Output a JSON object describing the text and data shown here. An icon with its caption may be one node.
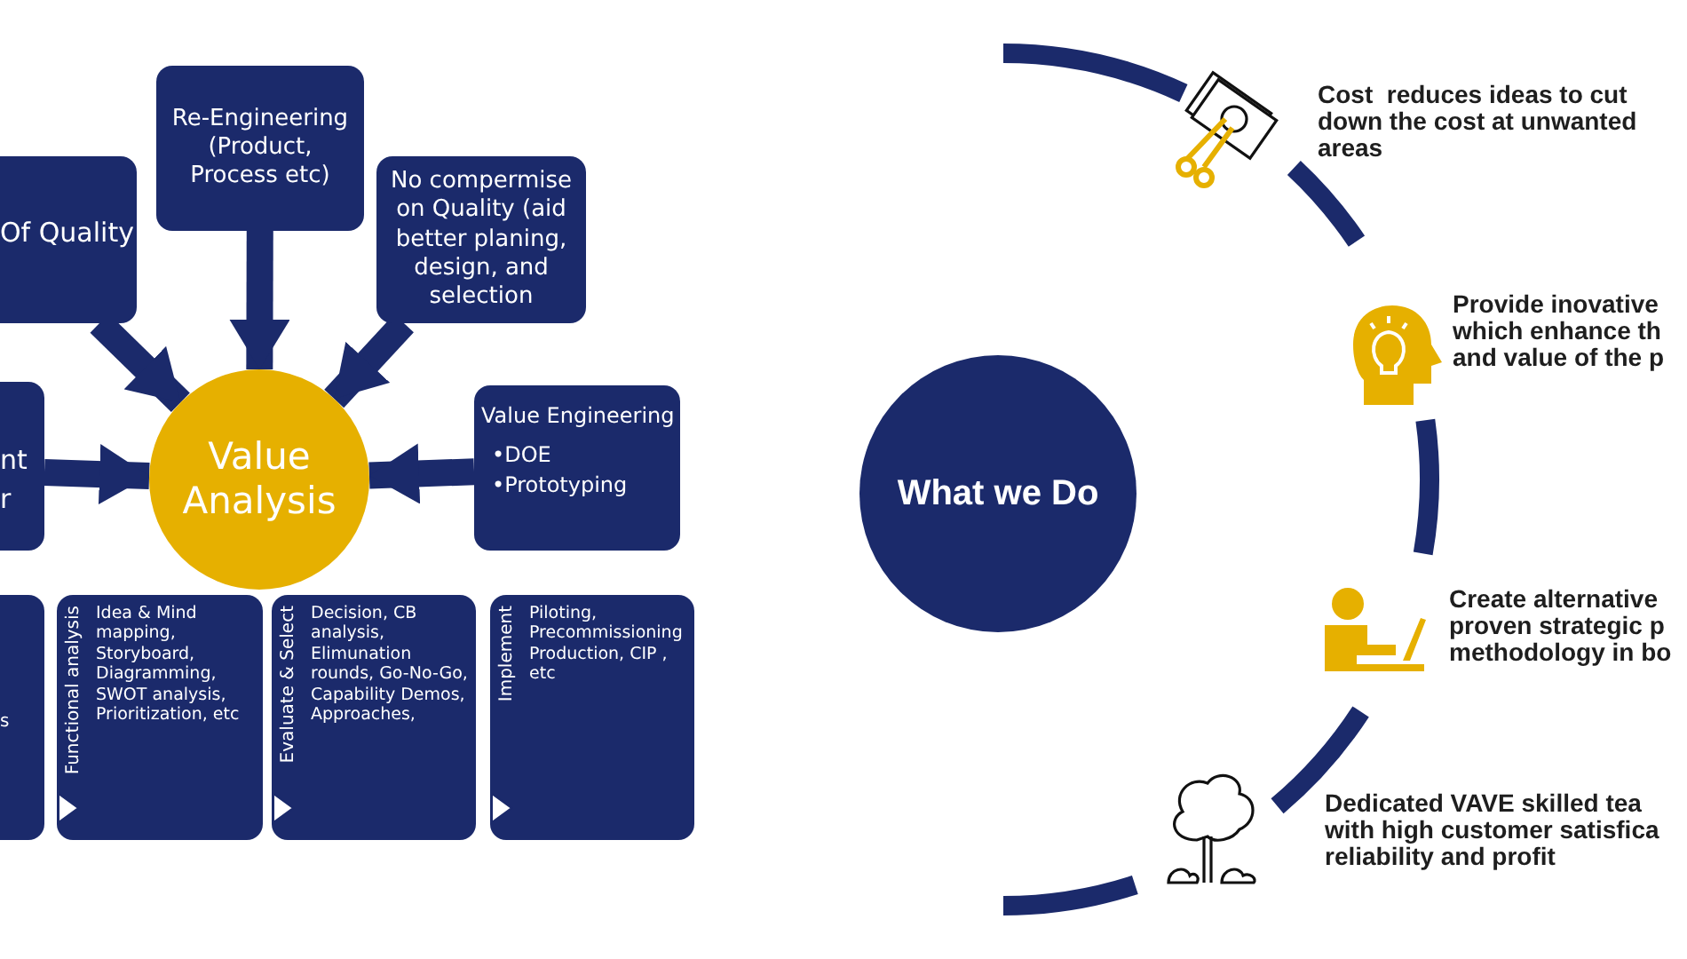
{
  "diagram": {
    "nodes": [
      {
        "text": [
          "Of Quality"
        ]
      },
      {
        "text": [
          "Re-Engineering (Product, Process etc)"
        ]
      },
      {
        "text": [
          "No compermise on Quality (aid better planing, design, and selection"
        ]
      },
      {
        "text": [
          "nt r"
        ]
      },
      {
        "text": [
          "Value Analysis"
        ]
      },
      {
        "text": [
          "Value Engineering",
          "•DOE",
          "•Prototyping"
        ]
      },
      {
        "text": [
          "s"
        ]
      },
      {
        "text": [
          "Functional analysis",
          "Idea & Mind mapping, Storyboard, Diagramming, SWOT analysis, Prioritization, etc"
        ]
      },
      {
        "text": [
          "Evaluate & Select",
          "Decision, CB analysis, Elimunation rounds, Go-No-Go, Capability Demos, Approaches,"
        ]
      },
      {
        "text": [
          "Implement",
          "Piloting, Precommissioning Production, CIP , etc"
        ]
      },
      {
        "text": [
          "What we Do"
        ]
      }
    ],
    "edges": [
      {
        "from": 0,
        "to": 4,
        "arrow": "to"
      },
      {
        "from": 1,
        "to": 4,
        "arrow": "to"
      },
      {
        "from": 2,
        "to": 4,
        "arrow": "to"
      },
      {
        "from": 3,
        "to": 4,
        "arrow": "to"
      },
      {
        "from": 5,
        "to": 4,
        "arrow": "to"
      },
      {
        "from": 6,
        "to": 7,
        "arrow": "to",
        "color": "#ffffff"
      },
      {
        "from": 7,
        "to": 8,
        "arrow": "to",
        "color": "#ffffff"
      },
      {
        "from": 8,
        "to": 9,
        "arrow": "to",
        "color": "#ffffff"
      }
    ],
    "labels": [
      "Cost  reduces ideas to cut down the cost at unwanted areas",
      "Provide inovative which enhance th and value of the p",
      "Create alternative proven strategic p methodology in bo",
      "Dedicated VAVE skilled tea with high customer satisfica reliability and profit"
    ]
  }
}
